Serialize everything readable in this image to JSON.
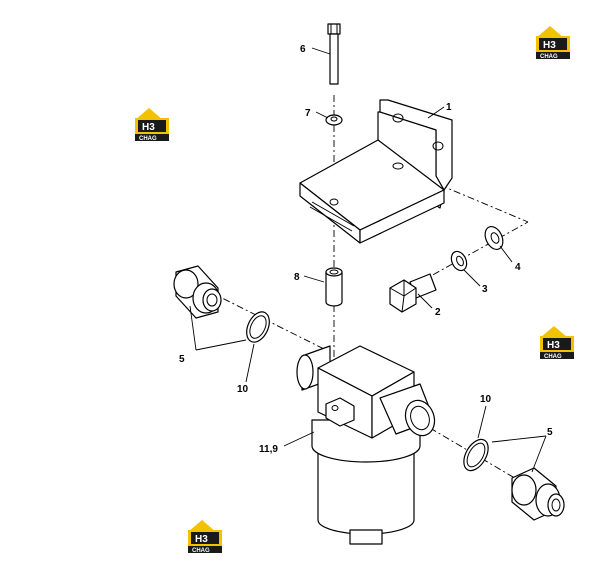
{
  "callouts": {
    "c1": "1",
    "c2": "2",
    "c3": "3",
    "c4": "4",
    "c5_left": "5",
    "c5_right": "5",
    "c6": "6",
    "c7": "7",
    "c8": "8",
    "c10_left": "10",
    "c10_right": "10",
    "c11_9": "11,9"
  },
  "watermark": {
    "top_text": "H3",
    "bottom_text": "CHAG",
    "accent_color": "#f2c200",
    "dark_color": "#1a1a1a"
  }
}
